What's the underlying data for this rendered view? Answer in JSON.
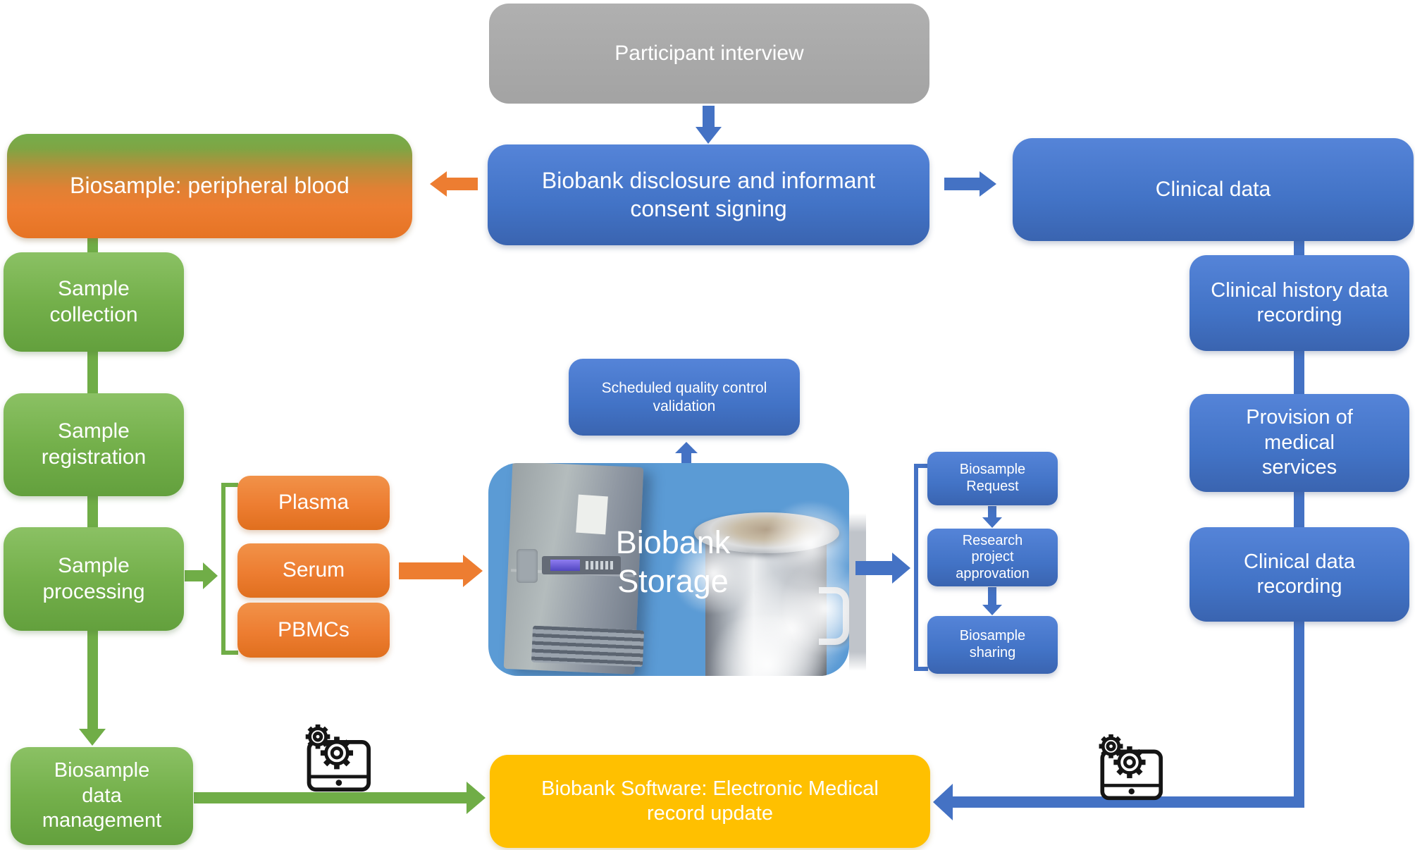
{
  "colors": {
    "blue": "#4472C4",
    "light_blue": "#5B9BD5",
    "green": "#70AD47",
    "orange": "#ED7D31",
    "gray": "#A6A6A6",
    "yellow": "#FFC000",
    "text": "#FFFFFF"
  },
  "nodes": {
    "participant": "Participant interview",
    "consent": "Biobank disclosure and informant consent signing",
    "biosample": "Biosample: peripheral blood",
    "clinical": "Clinical data",
    "collection": "Sample collection",
    "registration": "Sample registration",
    "processing": "Sample processing",
    "derivatives": [
      "Plasma",
      "Serum",
      "PBMCs"
    ],
    "qc": "Scheduled quality control validation",
    "storage": "Biobank Storage",
    "request": "Biosample Request",
    "approvation": "Research project approvation",
    "sharing": "Biosample sharing",
    "history": "Clinical history data recording",
    "provision": "Provision of medical services",
    "recording": "Clinical data recording",
    "management": "Biosample data management",
    "software": "Biobank Software: Electronic Medical record update"
  },
  "icons": {
    "left": "laptop-gears-icon",
    "right": "laptop-gears-icon"
  }
}
